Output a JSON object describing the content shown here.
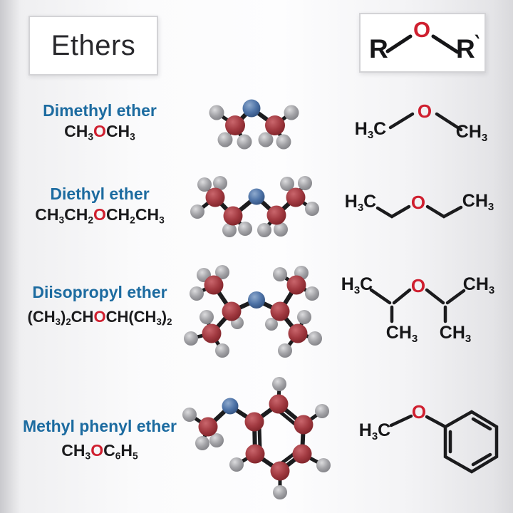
{
  "page": {
    "title": "Ethers"
  },
  "colors": {
    "accent_blue": "#1c6ba0",
    "oxygen_red_text": "#cf1f2f",
    "carbon_ball": "#9c2f36",
    "oxygen_ball": "#4a6fa8",
    "hydrogen_ball": "#a9a9ad",
    "bond": "#1c1c1e"
  },
  "general_formula": {
    "left": "R",
    "o": "O",
    "right": "R",
    "prime": "‵"
  },
  "tokens": {
    "h3c": [
      {
        "t": "H"
      },
      {
        "sub": "3"
      },
      {
        "t": "C"
      }
    ],
    "ch3": [
      {
        "t": "CH"
      },
      {
        "sub": "3"
      }
    ],
    "o": [
      {
        "t": "O",
        "red": true
      }
    ]
  },
  "rows": [
    {
      "id": "dimethyl-ether",
      "name": "Dimethyl ether",
      "formula": [
        {
          "t": "CH"
        },
        {
          "sub": "3"
        },
        {
          "t": "O",
          "red": true
        },
        {
          "t": "CH"
        },
        {
          "sub": "3"
        }
      ],
      "skeletal": {
        "left": [
          {
            "t": "H"
          },
          {
            "sub": "3"
          },
          {
            "t": "C"
          }
        ],
        "o": [
          {
            "t": "O",
            "red": true
          }
        ],
        "right": [
          {
            "t": "CH"
          },
          {
            "sub": "3"
          }
        ]
      }
    },
    {
      "id": "diethyl-ether",
      "name": "Diethyl ether",
      "formula": [
        {
          "t": "CH"
        },
        {
          "sub": "3"
        },
        {
          "t": "CH"
        },
        {
          "sub": "2"
        },
        {
          "t": "O",
          "red": true
        },
        {
          "t": "CH"
        },
        {
          "sub": "2"
        },
        {
          "t": "CH"
        },
        {
          "sub": "3"
        }
      ],
      "skeletal": {
        "left": [
          {
            "t": "H"
          },
          {
            "sub": "3"
          },
          {
            "t": "C"
          }
        ],
        "o": [
          {
            "t": "O",
            "red": true
          }
        ],
        "right": [
          {
            "t": "CH"
          },
          {
            "sub": "3"
          }
        ]
      }
    },
    {
      "id": "diisopropyl-ether",
      "name": "Diisopropyl ether",
      "formula": [
        {
          "t": "(CH"
        },
        {
          "sub": "3"
        },
        {
          "t": ")"
        },
        {
          "sub": "2"
        },
        {
          "t": "CH"
        },
        {
          "t": "O",
          "red": true
        },
        {
          "t": "CH(CH"
        },
        {
          "sub": "3"
        },
        {
          "t": ")"
        },
        {
          "sub": "2"
        }
      ],
      "skeletal": {
        "left": [
          {
            "t": "H"
          },
          {
            "sub": "3"
          },
          {
            "t": "C"
          }
        ],
        "o": [
          {
            "t": "O",
            "red": true
          }
        ],
        "right": [
          {
            "t": "CH"
          },
          {
            "sub": "3"
          }
        ],
        "bottom_left": [
          {
            "t": "CH"
          },
          {
            "sub": "3"
          }
        ],
        "bottom_right": [
          {
            "t": "CH"
          },
          {
            "sub": "3"
          }
        ]
      }
    },
    {
      "id": "methyl-phenyl-ether",
      "name": "Methyl phenyl ether",
      "formula": [
        {
          "t": "CH"
        },
        {
          "sub": "3"
        },
        {
          "t": "O",
          "red": true
        },
        {
          "t": "C"
        },
        {
          "sub": "6"
        },
        {
          "t": "H"
        },
        {
          "sub": "5"
        }
      ],
      "skeletal": {
        "left": [
          {
            "t": "H"
          },
          {
            "sub": "3"
          },
          {
            "t": "C"
          }
        ],
        "o": [
          {
            "t": "O",
            "red": true
          }
        ]
      }
    }
  ]
}
